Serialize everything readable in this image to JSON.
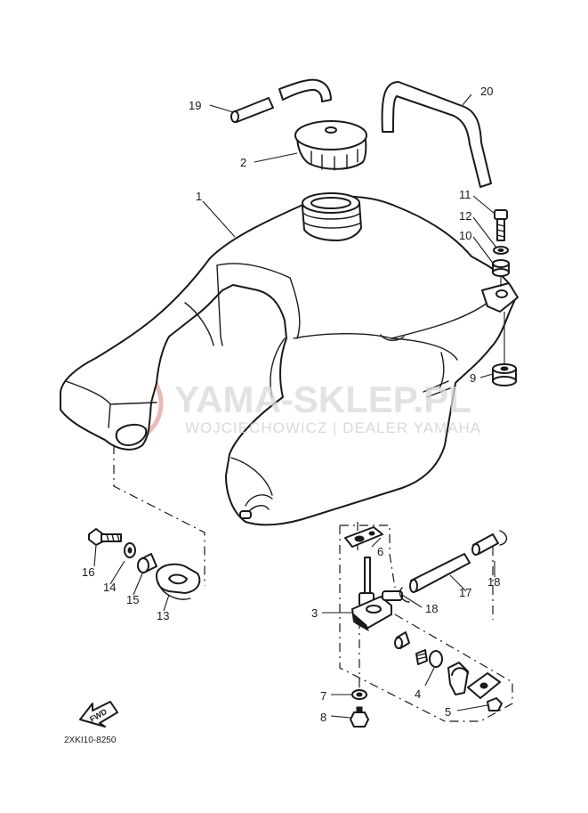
{
  "watermark": {
    "title": "YAMA-SKLEP.PL",
    "subtitle": "WOJCIECHOWICZ | DEALER YAMAHA",
    "logo_color": "#e8a6a6"
  },
  "diagram_code": "2XKI10-8250",
  "fwd_label": "FWD",
  "callouts": {
    "c1": "1",
    "c2": "2",
    "c3": "3",
    "c4": "4",
    "c5": "5",
    "c6": "6",
    "c7": "7",
    "c8": "8",
    "c9": "9",
    "c10": "10",
    "c11": "11",
    "c12": "12",
    "c13": "13",
    "c14": "14",
    "c15": "15",
    "c16": "16",
    "c17": "17",
    "c18a": "18",
    "c18b": "18",
    "c19": "19",
    "c20": "20"
  }
}
